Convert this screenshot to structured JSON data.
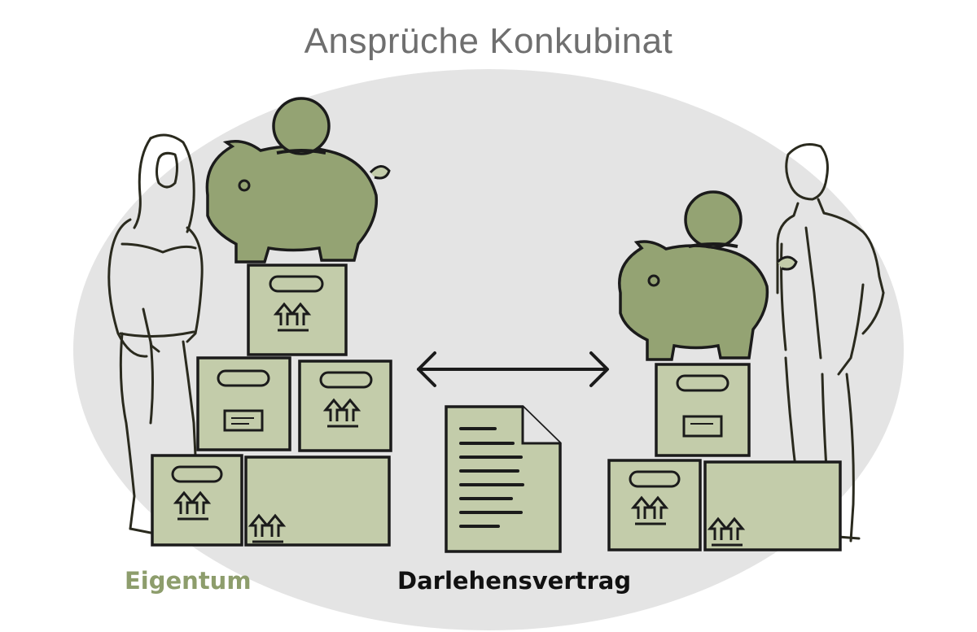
{
  "title": "Ansprüche Konkubinat",
  "labels": {
    "left": "Eigentum",
    "middle": "Darlehensvertrag"
  },
  "colors": {
    "ellipse": "#e4e4e4",
    "box_fill": "#c3ccaa",
    "piggy_fill": "#94a373",
    "outline": "#1b1b1b",
    "accent_text": "#8d9d6c"
  }
}
